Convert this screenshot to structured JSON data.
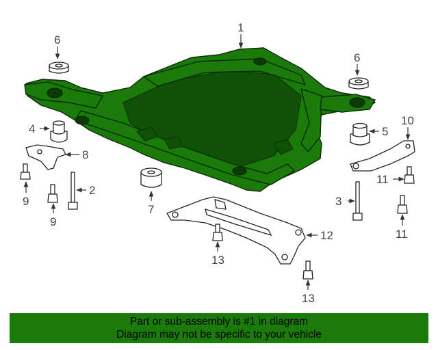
{
  "callouts": [
    "1",
    "2",
    "3",
    "4",
    "5",
    "6",
    "6",
    "7",
    "8",
    "9",
    "9",
    "10",
    "11",
    "11",
    "12",
    "13",
    "13"
  ],
  "footer": {
    "line1": "Part or sub-assembly is #1 in diagram",
    "line2": "Diagram may not be specific to your vehicle"
  },
  "colors": {
    "highlight": "#1a7a0a",
    "banner": "#1a7a0a"
  }
}
